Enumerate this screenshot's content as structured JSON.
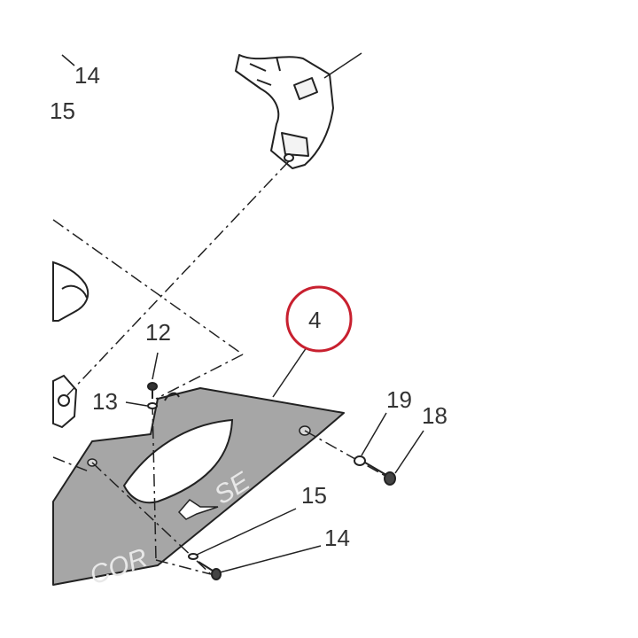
{
  "colors": {
    "panel_fill": "#a6a6a6",
    "line": "#222222",
    "highlight_circle": "#c8202f",
    "label_text": "#333333"
  },
  "labels": {
    "part_14_top": "14",
    "part_15_top": "15",
    "part_12": "12",
    "part_13": "13",
    "part_4_highlighted": "4",
    "part_19": "19",
    "part_18": "18",
    "part_15_bottom": "15",
    "part_14_bottom": "14"
  },
  "panel_graphics": {
    "text_se": "SE",
    "text_cor": "COR"
  }
}
